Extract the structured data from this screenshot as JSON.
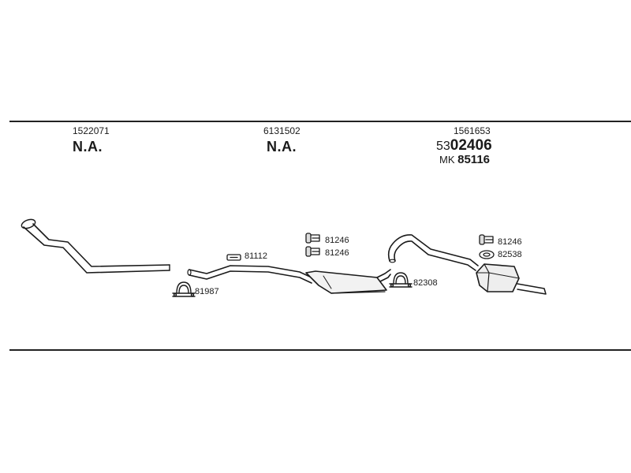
{
  "columns": [
    {
      "part_number": "1522071",
      "status": "N.A."
    },
    {
      "part_number": "6131502",
      "status": "N.A."
    },
    {
      "part_number": "1561653",
      "code_prefix": "53",
      "code_main": "02406",
      "mk_prefix": "MK",
      "mk_number": "85116"
    }
  ],
  "fittings": {
    "clamp_front": "81987",
    "hanger_mid": "81112",
    "bracket_mid_top": "81246",
    "bracket_mid_bottom": "81246",
    "clamp_rear": "82308",
    "bracket_rear": "81246",
    "hanger_rear": "82538"
  }
}
